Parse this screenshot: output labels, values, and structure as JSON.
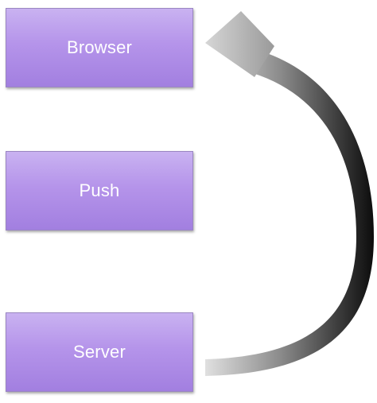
{
  "diagram": {
    "boxes": [
      {
        "id": "browser",
        "label": "Browser"
      },
      {
        "id": "push",
        "label": "Push"
      },
      {
        "id": "server",
        "label": "Server"
      }
    ],
    "arrow": {
      "from": "server",
      "to": "browser",
      "style": "curved",
      "colors": {
        "light": "#d0d0d0",
        "dark": "#111111"
      }
    },
    "box_colors": {
      "top": "#c9b2f1",
      "bottom": "#a27fe0",
      "border": "#9a86c2",
      "text": "#ffffff"
    }
  }
}
